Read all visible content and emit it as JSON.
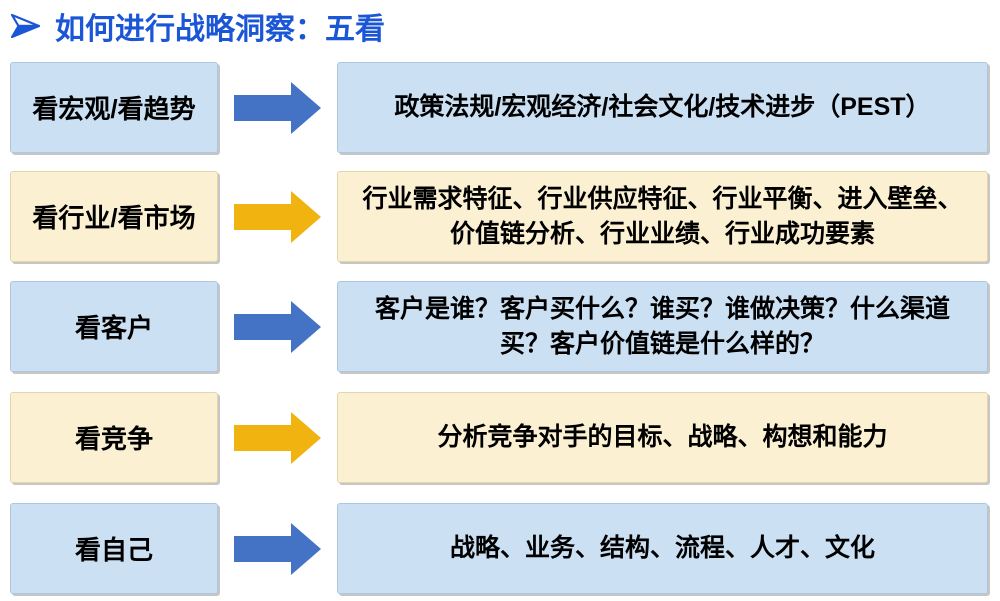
{
  "title": {
    "bullet_icon": "right-arrowhead-bullet",
    "text": "如何进行战略洞察：五看"
  },
  "colors": {
    "title_color": "#1a56d6",
    "blue_box_bg": "#cce0f4",
    "blue_box_border": "#aec7e0",
    "yellow_box_bg": "#fbf0d2",
    "yellow_box_border": "#e4d5ab",
    "blue_arrow": "#4472c4",
    "yellow_arrow": "#f0b310",
    "text_color": "#000000",
    "background": "#ffffff"
  },
  "rows": [
    {
      "id": "macro-trends",
      "label": "看宏观/看趋势",
      "content": "政策法规/宏观经济/社会文化/技术进步（PEST）",
      "theme": "blue"
    },
    {
      "id": "industry-market",
      "label": "看行业/看市场",
      "content": "行业需求特征、行业供应特征、行业平衡、进入壁垒、价值链分析、行业业绩、行业成功要素",
      "theme": "yellow"
    },
    {
      "id": "customers",
      "label": "看客户",
      "content": "客户是谁？客户买什么？谁买？谁做决策？什么渠道买？客户价值链是什么样的？",
      "theme": "blue"
    },
    {
      "id": "competition",
      "label": "看竞争",
      "content": "分析竞争对手的目标、战略、构想和能力",
      "theme": "yellow"
    },
    {
      "id": "self",
      "label": "看自己",
      "content": "战略、业务、结构、流程、人才、文化",
      "theme": "blue"
    }
  ]
}
